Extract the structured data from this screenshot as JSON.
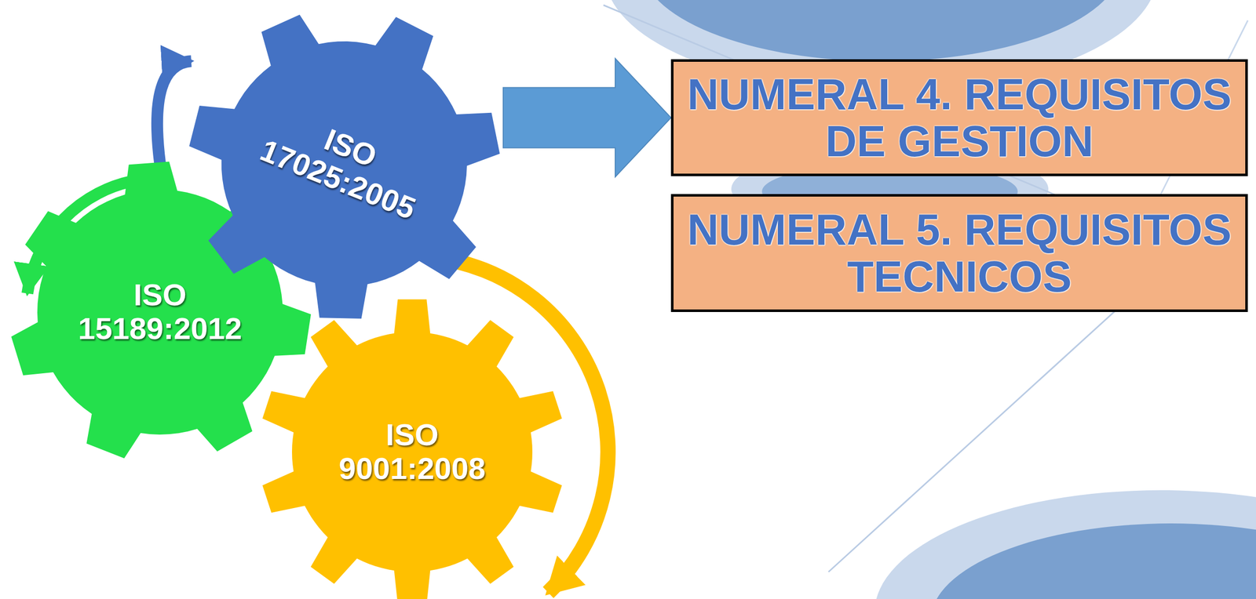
{
  "diagram": {
    "nodes": [
      {
        "text": [
          "ISO 17025:2005"
        ]
      },
      {
        "text": [
          "ISO 15189:2012"
        ]
      },
      {
        "text": [
          "ISO 9001:2008"
        ]
      },
      {
        "text": [
          "NUMERAL 4. REQUISITOS DE GESTION"
        ]
      },
      {
        "text": [
          "NUMERAL 5. REQUISITOS TECNICOS"
        ]
      }
    ],
    "edges": [
      {
        "from": 1,
        "to": 0,
        "arrow": "to"
      },
      {
        "from": 0,
        "to": 2,
        "arrow": "to"
      },
      {
        "from": 0,
        "to": 3,
        "arrow": "to"
      }
    ]
  }
}
